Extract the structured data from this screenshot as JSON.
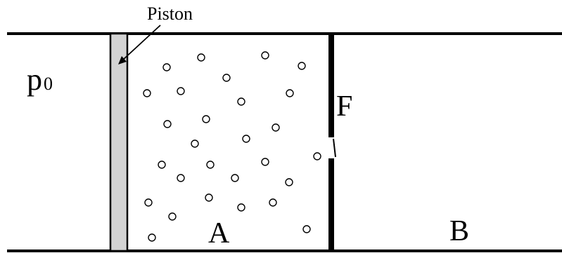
{
  "labels": {
    "piston": "Piston",
    "p0_main": "p",
    "p0_sub": "0",
    "valve": "F",
    "chamber_a": "A",
    "chamber_b": "B"
  }
}
